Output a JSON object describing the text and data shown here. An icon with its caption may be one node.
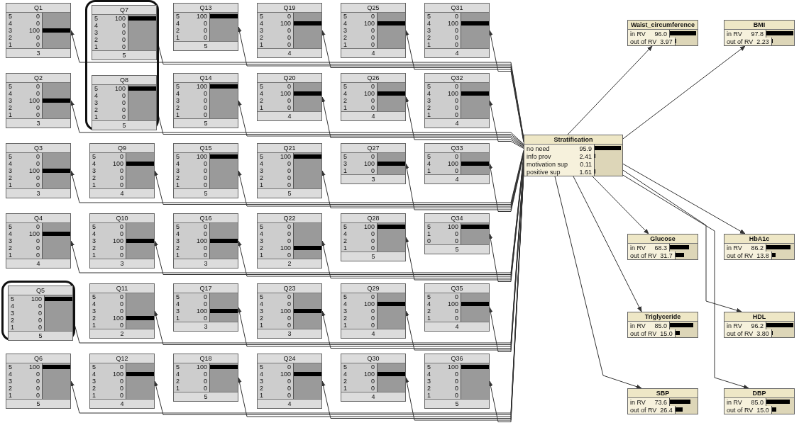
{
  "diagram": {
    "nodes": [
      {
        "text": [],
        "shape": "box"
      },
      {
        "text": [],
        "shape": "box"
      },
      {
        "text": [
          "Q1",
          "5",
          "0",
          "4",
          "0",
          "3",
          "100",
          "2",
          "0",
          "1",
          "0",
          "3"
        ]
      },
      {
        "text": [
          "Q2",
          "5",
          "0",
          "4",
          "0",
          "3",
          "100",
          "2",
          "0",
          "1",
          "0",
          "3"
        ]
      },
      {
        "text": [
          "Q3",
          "5",
          "0",
          "4",
          "0",
          "3",
          "100",
          "2",
          "0",
          "1",
          "0",
          "3"
        ]
      },
      {
        "text": [
          "Q4",
          "5",
          "0",
          "4",
          "100",
          "3",
          "0",
          "2",
          "0",
          "1",
          "0",
          "4"
        ]
      },
      {
        "text": [
          "Q5",
          "5",
          "100",
          "4",
          "0",
          "3",
          "0",
          "2",
          "0",
          "1",
          "0",
          "5"
        ],
        "in": 1
      },
      {
        "text": [
          "Q6",
          "5",
          "100",
          "4",
          "0",
          "3",
          "0",
          "2",
          "0",
          "1",
          "0",
          "5"
        ]
      },
      {
        "text": [
          "Q7",
          "5",
          "100",
          "4",
          "0",
          "3",
          "0",
          "2",
          "0",
          "1",
          "0",
          "5"
        ],
        "in": 0
      },
      {
        "text": [
          "Q8",
          "5",
          "100",
          "4",
          "0",
          "3",
          "0",
          "2",
          "0",
          "1",
          "0",
          "5"
        ],
        "in": 0
      },
      {
        "text": [
          "Q9",
          "5",
          "0",
          "4",
          "100",
          "3",
          "0",
          "2",
          "0",
          "1",
          "0",
          "4"
        ]
      },
      {
        "text": [
          "Q10",
          "5",
          "0",
          "4",
          "0",
          "3",
          "100",
          "2",
          "0",
          "1",
          "0",
          "3"
        ]
      },
      {
        "text": [
          "Q11",
          "5",
          "0",
          "4",
          "0",
          "3",
          "0",
          "2",
          "100",
          "1",
          "0",
          "2"
        ]
      },
      {
        "text": [
          "Q12",
          "5",
          "0",
          "4",
          "100",
          "3",
          "0",
          "2",
          "0",
          "1",
          "0",
          "4"
        ]
      },
      {
        "text": [
          "Q13",
          "5",
          "100",
          "4",
          "0",
          "2",
          "0",
          "1",
          "0",
          "5"
        ]
      },
      {
        "text": [
          "Q14",
          "5",
          "100",
          "4",
          "0",
          "3",
          "0",
          "2",
          "0",
          "1",
          "0",
          "5"
        ]
      },
      {
        "text": [
          "Q15",
          "5",
          "100",
          "4",
          "0",
          "3",
          "0",
          "2",
          "0",
          "1",
          "0",
          "5"
        ]
      },
      {
        "text": [
          "Q16",
          "5",
          "0",
          "4",
          "0",
          "3",
          "100",
          "2",
          "0",
          "1",
          "0",
          "3"
        ]
      },
      {
        "text": [
          "Q17",
          "5",
          "0",
          "4",
          "0",
          "3",
          "100",
          "1",
          "0",
          "3"
        ]
      },
      {
        "text": [
          "Q18",
          "5",
          "100",
          "4",
          "0",
          "2",
          "0",
          "1",
          "0",
          "5"
        ]
      },
      {
        "text": [
          "Q19",
          "5",
          "0",
          "4",
          "100",
          "3",
          "0",
          "2",
          "0",
          "1",
          "0",
          "4"
        ]
      },
      {
        "text": [
          "Q20",
          "5",
          "0",
          "4",
          "100",
          "2",
          "0",
          "1",
          "0",
          "4"
        ]
      },
      {
        "text": [
          "Q21",
          "5",
          "100",
          "4",
          "0",
          "3",
          "0",
          "2",
          "0",
          "1",
          "0",
          "5"
        ]
      },
      {
        "text": [
          "Q22",
          "5",
          "0",
          "4",
          "0",
          "3",
          "0",
          "2",
          "100",
          "1",
          "0",
          "2"
        ]
      },
      {
        "text": [
          "Q23",
          "5",
          "0",
          "4",
          "0",
          "3",
          "100",
          "2",
          "0",
          "1",
          "0",
          "3"
        ]
      },
      {
        "text": [
          "Q24",
          "5",
          "0",
          "4",
          "100",
          "3",
          "0",
          "2",
          "0",
          "1",
          "0",
          "4"
        ]
      },
      {
        "text": [
          "Q25",
          "5",
          "0",
          "4",
          "100",
          "3",
          "0",
          "2",
          "0",
          "1",
          "0",
          "4"
        ]
      },
      {
        "text": [
          "Q26",
          "5",
          "0",
          "4",
          "100",
          "2",
          "0",
          "1",
          "0",
          "4"
        ]
      },
      {
        "text": [
          "Q27",
          "5",
          "0",
          "3",
          "100",
          "1",
          "0",
          "3"
        ]
      },
      {
        "text": [
          "Q28",
          "5",
          "100",
          "4",
          "0",
          "2",
          "0",
          "1",
          "0",
          "5"
        ]
      },
      {
        "text": [
          "Q29",
          "5",
          "0",
          "4",
          "100",
          "3",
          "0",
          "2",
          "0",
          "1",
          "0",
          "4"
        ]
      },
      {
        "text": [
          "Q30",
          "5",
          "0",
          "4",
          "100",
          "2",
          "0",
          "1",
          "0",
          "4"
        ]
      },
      {
        "text": [
          "Q31",
          "5",
          "0",
          "4",
          "100",
          "3",
          "0",
          "2",
          "0",
          "1",
          "0",
          "4"
        ]
      },
      {
        "text": [
          "Q32",
          "5",
          "0",
          "4",
          "100",
          "3",
          "0",
          "2",
          "0",
          "1",
          "0",
          "4"
        ]
      },
      {
        "text": [
          "Q33",
          "5",
          "0",
          "4",
          "100",
          "1",
          "0",
          "4"
        ]
      },
      {
        "text": [
          "Q34",
          "5",
          "100",
          "1",
          "0",
          "0",
          "0",
          "5"
        ]
      },
      {
        "text": [
          "Q35",
          "5",
          "0",
          "4",
          "100",
          "2",
          "0",
          "1",
          "0",
          "4"
        ]
      },
      {
        "text": [
          "Q36",
          "5",
          "100",
          "4",
          "0",
          "3",
          "0",
          "2",
          "0",
          "1",
          "0",
          "5"
        ]
      },
      {
        "text": [
          "Stratification",
          "no need",
          "95.9",
          "info prov",
          "2.41",
          "motivation sup",
          "0.11",
          "positive sup",
          "1.61"
        ]
      },
      {
        "text": [
          "Waist_circumference",
          "in RV",
          "96.0",
          "out of RV",
          "3.97"
        ]
      },
      {
        "text": [
          "BMI",
          "in RV",
          "97.8",
          "out of RV",
          "2.23"
        ]
      },
      {
        "text": [
          "Glucose",
          "in RV",
          "68.3",
          "out of RV",
          "31.7"
        ]
      },
      {
        "text": [
          "HbA1c",
          "in RV",
          "86.2",
          "out of RV",
          "13.8"
        ]
      },
      {
        "text": [
          "Triglyceride",
          "in RV",
          "85.0",
          "out of RV",
          "15.0"
        ]
      },
      {
        "text": [
          "HDL",
          "in RV",
          "96.2",
          "out of RV",
          "3.80"
        ]
      },
      {
        "text": [
          "SBP",
          "in RV",
          "73.6",
          "out of RV",
          "26.4"
        ]
      },
      {
        "text": [
          "DBP",
          "in RV",
          "85.0",
          "out of RV",
          "15.0"
        ]
      }
    ],
    "edges": [
      {
        "from": 38,
        "to": 2,
        "arrow": "to"
      },
      {
        "from": 38,
        "to": 3,
        "arrow": "to"
      },
      {
        "from": 38,
        "to": 4,
        "arrow": "to"
      },
      {
        "from": 38,
        "to": 5,
        "arrow": "to"
      },
      {
        "from": 38,
        "to": 6,
        "arrow": "to"
      },
      {
        "from": 38,
        "to": 7,
        "arrow": "to"
      },
      {
        "from": 38,
        "to": 8,
        "arrow": "to"
      },
      {
        "from": 38,
        "to": 9,
        "arrow": "to"
      },
      {
        "from": 38,
        "to": 10,
        "arrow": "to"
      },
      {
        "from": 38,
        "to": 11,
        "arrow": "to"
      },
      {
        "from": 38,
        "to": 12,
        "arrow": "to"
      },
      {
        "from": 38,
        "to": 13,
        "arrow": "to"
      },
      {
        "from": 38,
        "to": 14,
        "arrow": "to"
      },
      {
        "from": 38,
        "to": 15,
        "arrow": "to"
      },
      {
        "from": 38,
        "to": 16,
        "arrow": "to"
      },
      {
        "from": 38,
        "to": 17,
        "arrow": "to"
      },
      {
        "from": 38,
        "to": 18,
        "arrow": "to"
      },
      {
        "from": 38,
        "to": 19,
        "arrow": "to"
      },
      {
        "from": 38,
        "to": 20,
        "arrow": "to"
      },
      {
        "from": 38,
        "to": 21,
        "arrow": "to"
      },
      {
        "from": 38,
        "to": 22,
        "arrow": "to"
      },
      {
        "from": 38,
        "to": 23,
        "arrow": "to"
      },
      {
        "from": 38,
        "to": 24,
        "arrow": "to"
      },
      {
        "from": 38,
        "to": 25,
        "arrow": "to"
      },
      {
        "from": 38,
        "to": 26,
        "arrow": "to"
      },
      {
        "from": 38,
        "to": 27,
        "arrow": "to"
      },
      {
        "from": 38,
        "to": 28,
        "arrow": "to"
      },
      {
        "from": 38,
        "to": 29,
        "arrow": "to"
      },
      {
        "from": 38,
        "to": 30,
        "arrow": "to"
      },
      {
        "from": 38,
        "to": 31,
        "arrow": "to"
      },
      {
        "from": 38,
        "to": 32,
        "arrow": "to"
      },
      {
        "from": 38,
        "to": 33,
        "arrow": "to"
      },
      {
        "from": 38,
        "to": 34,
        "arrow": "to"
      },
      {
        "from": 38,
        "to": 35,
        "arrow": "to"
      },
      {
        "from": 38,
        "to": 36,
        "arrow": "to"
      },
      {
        "from": 38,
        "to": 37,
        "arrow": "to"
      },
      {
        "from": 38,
        "to": 39,
        "arrow": "to"
      },
      {
        "from": 38,
        "to": 40,
        "arrow": "to"
      },
      {
        "from": 38,
        "to": 41,
        "arrow": "to"
      },
      {
        "from": 38,
        "to": 42,
        "arrow": "to"
      },
      {
        "from": 38,
        "to": 43,
        "arrow": "to"
      },
      {
        "from": 38,
        "to": 44,
        "arrow": "to"
      },
      {
        "from": 38,
        "to": 45,
        "arrow": "to"
      },
      {
        "from": 38,
        "to": 46,
        "arrow": "to"
      }
    ]
  }
}
